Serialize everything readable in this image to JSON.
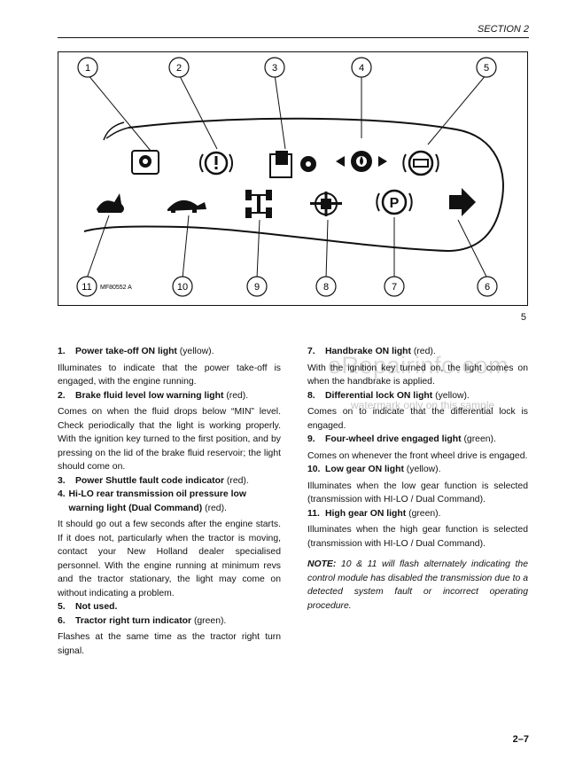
{
  "header": {
    "section": "SECTION 2"
  },
  "figure": {
    "callouts": [
      "1",
      "2",
      "3",
      "4",
      "5",
      "6",
      "7",
      "8",
      "9",
      "10",
      "11"
    ],
    "code": "MF80552 A",
    "number": "5"
  },
  "items_left": [
    {
      "num": "1.",
      "title": "Power take-off ON light",
      "color": "(yellow).",
      "body": "Illuminates to indicate that the power take-off is engaged, with the engine running."
    },
    {
      "num": "2.",
      "title": "Brake fluid level low warning light",
      "color": "(red).",
      "body": "Comes on when the fluid drops below “MIN” level. Check periodically that the light is working properly. With the ignition key turned to the first position, and by pressing on the lid of the brake fluid reservoir; the light should come on."
    },
    {
      "num": "3.",
      "title": "Power Shuttle fault code indicator",
      "color": "(red).",
      "body": ""
    },
    {
      "num": "4.",
      "title": "Hi-LO rear transmission oil pressure low warning light (Dual Command)",
      "color": "(red).",
      "body": "It should go out a few seconds after the engine starts. If it does not, particularly when the tractor is moving, contact your New Holland dealer specialised personnel. With the engine running at minimum revs and the tractor stationary, the light may come on without indicating a problem."
    },
    {
      "num": "5.",
      "title": "Not used.",
      "color": "",
      "body": ""
    },
    {
      "num": "6.",
      "title": "Tractor right turn indicator",
      "color": "(green).",
      "body": "Flashes at the same time as the tractor right turn signal."
    }
  ],
  "items_right": [
    {
      "num": "7.",
      "title": "Handbrake ON light",
      "color": "(red).",
      "body": "With the ignition key turned on, the light comes on when the handbrake is applied."
    },
    {
      "num": "8.",
      "title": "Differential lock ON light",
      "color": "(yellow).",
      "body": "Comes on to indicate that the differential lock is engaged."
    },
    {
      "num": "9.",
      "title": "Four-wheel drive engaged light",
      "color": "(green).",
      "body": "Comes on whenever the front wheel drive is engaged."
    },
    {
      "num": "10.",
      "title": "Low gear ON light",
      "color": "(yellow).",
      "body": "Illuminates when the low gear function is selected (transmission with HI-LO / Dual Command)."
    },
    {
      "num": "11.",
      "title": "High gear ON light",
      "color": "(green).",
      "body": "Illuminates when the high gear function is selected (transmission with HI-LO / Dual Command)."
    }
  ],
  "note": {
    "label": "NOTE:",
    "text": "10 & 11 will flash alternately indicating the control module has disabled the transmission due to a detected system fault or incorrect operating procedure."
  },
  "watermark": {
    "main": "eRepairinfo.com",
    "sub": "watermark only on this sample"
  },
  "footer": {
    "page": "2–7"
  }
}
